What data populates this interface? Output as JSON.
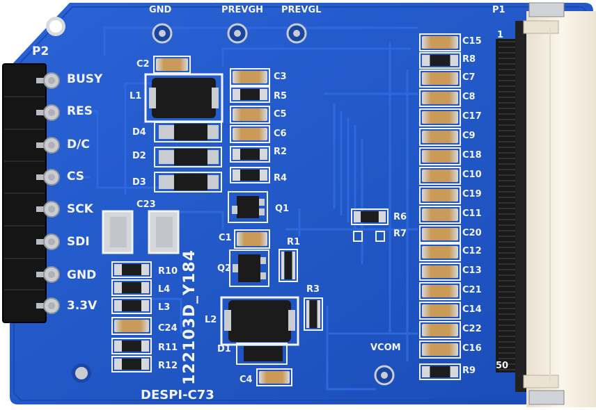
{
  "header_pins": {
    "ref": "P2",
    "labels": [
      "BUSY",
      "RES",
      "D/C",
      "CS",
      "SCK",
      "SDI",
      "GND",
      "3.3V"
    ]
  },
  "test_points": [
    "GND",
    "PREVGH",
    "PREVGL",
    "VCOM"
  ],
  "connector": {
    "ref": "P1",
    "pin_first": "1",
    "pin_last": "50"
  },
  "refs": {
    "L1": "L1",
    "L2": "L2",
    "C1": "C1",
    "C2": "C2",
    "C3": "C3",
    "C4": "C4",
    "C5": "C5",
    "C6": "C6",
    "C23": "C23",
    "C24": "C24",
    "D1": "D1",
    "D2": "D2",
    "D3": "D3",
    "D4": "D4",
    "Q1": "Q1",
    "Q2": "Q2",
    "R1": "R1",
    "R2": "R2",
    "R3": "R3",
    "R4": "R4",
    "R5": "R5",
    "R6": "R6",
    "R7": "R7",
    "R10": "R10",
    "R11": "R11",
    "R12": "R12",
    "L3": "L3",
    "L4": "L4"
  },
  "right_column_refs": [
    "C15",
    "R8",
    "C7",
    "C8",
    "C17",
    "C9",
    "C18",
    "C10",
    "C19",
    "C11",
    "C20",
    "C12",
    "C13",
    "C21",
    "C14",
    "C22",
    "C16",
    "R9"
  ],
  "board_code": "122103D_Y184",
  "board_name": "DESPI-C73",
  "colors": {
    "pcb": "#1f56c8",
    "pcb_dark": "#163f9c",
    "trace": "#2a63d6",
    "silk": "#f2f4f8",
    "pad": "#c9ccd1",
    "fpc": "#f4ede0",
    "header": "#151515"
  }
}
